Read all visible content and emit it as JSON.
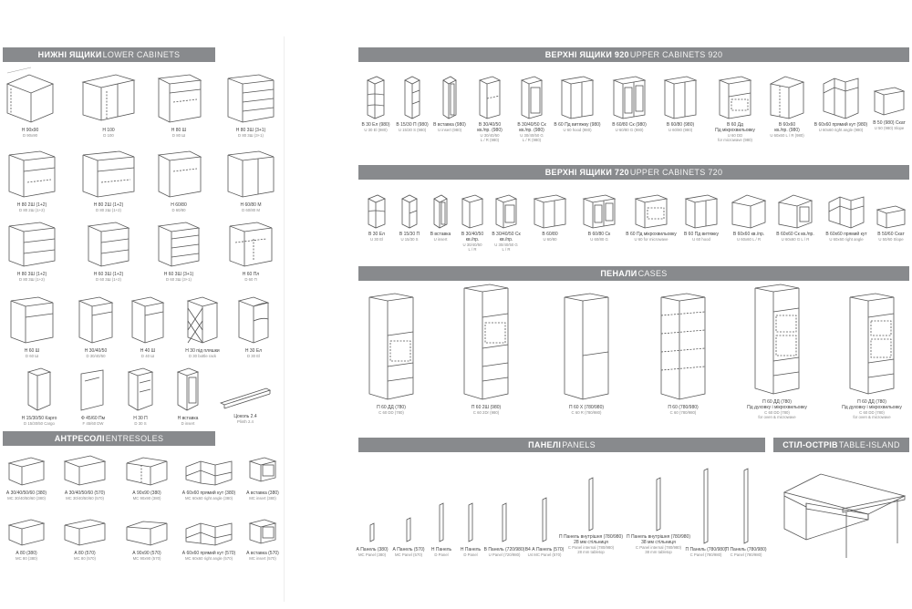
{
  "sections": {
    "lower": {
      "title": "НИЖНІ ЯЩИКИ",
      "subtitle": "LOWER CABINETS"
    },
    "upper920": {
      "title": "ВЕРХНІ ЯЩИКИ 920",
      "subtitle": "UPPER CABINETS 920"
    },
    "upper720": {
      "title": "ВЕРХНІ ЯЩИКИ 720",
      "subtitle": "UPPER CABINETS 720"
    },
    "cases": {
      "title": "ПЕНАЛИ",
      "subtitle": "CASES"
    },
    "entresoles": {
      "title": "АНТРЕСОЛІ",
      "subtitle": "ENTRESOLES"
    },
    "panels": {
      "title": "ПАНЕЛІ",
      "subtitle": "PANELS"
    },
    "table": {
      "title": "СТІЛ-ОСТРІВ",
      "subtitle": "TABLE-ISLAND"
    }
  },
  "lower": [
    {
      "l1": "Н 90х90",
      "l2": "D 90x90"
    },
    {
      "l1": "Н 100",
      "l2": "D 100"
    },
    {
      "l1": "Н 80 Ш",
      "l2": "D 80 Ш"
    },
    {
      "l1": "Н 80 3Ш (3+1)",
      "l2": "D 80 3Ш (3+1)"
    },
    {
      "l1": "Н 80 2Ш (1+2)",
      "l2": "D 80 2Ш (1+2)"
    },
    {
      "l1": "Н 80 2Ш (1+2)",
      "l2": "D 80 2Ш (1+2)"
    },
    {
      "l1": "Н 60/80",
      "l2": "D 60/80"
    },
    {
      "l1": "Н 60/80 М",
      "l2": "D 60/80 M"
    },
    {
      "l1": "Н 80 3Ш (1+2)",
      "l2": "D 80 3Ш (1+2)"
    },
    {
      "l1": "Н 60 3Ш (1+2)",
      "l2": "D 60 3Ш (1+2)"
    },
    {
      "l1": "Н 60 3Ш (3+1)",
      "l2": "D 60 3Ш (3+1)"
    },
    {
      "l1": "Н 60 Пл",
      "l2": "D 60 П"
    },
    {
      "l1": "Н 60 Ш",
      "l2": "D 60 Ш"
    },
    {
      "l1": "Н 30/40/50",
      "l2": "D 30/40/50"
    },
    {
      "l1": "Н 40 Ш",
      "l2": "D 40 Ш"
    },
    {
      "l1": "Н 30 під пляшки",
      "l2": "D 30 bottle rack"
    },
    {
      "l1": "Н 30 Ел",
      "l2": "D 30 El"
    },
    {
      "l1": "Н 15/30/50 Карго",
      "l2": "D 15/30/50 Cargo"
    },
    {
      "l1": "Ф 45/60 Пм",
      "l2": "F 45/60 DW"
    },
    {
      "l1": "Н 30 П",
      "l2": "D 30 S"
    },
    {
      "l1": "Н вставка",
      "l2": "D insert"
    },
    {
      "l1": "Цоколь 2.4",
      "l2": "Plinth 2.4"
    }
  ],
  "upper920": [
    {
      "l1": "В 30 Ел (980)",
      "l2": "U 30 El (980)"
    },
    {
      "l1": "В 15/30 П (980)",
      "l2": "U 15/30 S (980)"
    },
    {
      "l1": "В вставка (980)",
      "l2": "U insert (980)"
    },
    {
      "l1": "В 30/40/50",
      "l2": "кв./пр. (980)",
      "l3": "U 30/40/50",
      "l4": "L / R (980)"
    },
    {
      "l1": "В 30/40/50 Ск",
      "l2": "кв./пр. (980)",
      "l3": "U 30/40/50 G",
      "l4": "L / R (980)"
    },
    {
      "l1": "В 60 Пд витяжку (980)",
      "l2": "U 60 hood (980)"
    },
    {
      "l1": "В 60/80 Ск (980)",
      "l2": "U 60/80 G (980)"
    },
    {
      "l1": "В 60/80 (980)",
      "l2": "U 60/80 (980)"
    },
    {
      "l1": "В 60 Дд",
      "l2": "Пд мікрохвильовку",
      "l3": "U 60 DD",
      "l4": "for microwave (980)"
    },
    {
      "l1": "В 60х60",
      "l2": "кв./пр. (980)",
      "l3": "U 60х60 L / R (980)"
    },
    {
      "l1": "В 60х60 прямий кут (980)",
      "l2": "U 60х60 right angle (980)"
    },
    {
      "l1": "В 50 (980) Скат",
      "l2": "U 50 (980) Slope"
    }
  ],
  "upper720": [
    {
      "l1": "В 30 Ел",
      "l2": "U 30 El"
    },
    {
      "l1": "В 15/30 П",
      "l2": "U 15/30 S"
    },
    {
      "l1": "В вставка",
      "l2": "U insert"
    },
    {
      "l1": "В 30/40/50",
      "l2": "кв./пр.",
      "l3": "U 30/40/50",
      "l4": "L / R"
    },
    {
      "l1": "В 30/40/50 Ск",
      "l2": "кв./пр.",
      "l3": "U 30/40/50 G",
      "l4": "L / R"
    },
    {
      "l1": "В 60/80",
      "l2": "U 60/80"
    },
    {
      "l1": "В 60/80 Ск",
      "l2": "U 60/80 G"
    },
    {
      "l1": "В 60 Пд мікрохвильовку",
      "l2": "U 60 for microwave"
    },
    {
      "l1": "В 60 Пд витяжку",
      "l2": "U 60 hood"
    },
    {
      "l1": "В 60х60 кв./пр.",
      "l2": "U 60х60 L / R"
    },
    {
      "l1": "В 60х60 Ск кв./пр.",
      "l2": "U 60х60 G L / R"
    },
    {
      "l1": "В 60х60 прямий кут",
      "l2": "U 60х60 right angle"
    },
    {
      "l1": "В 50/60 Скат",
      "l2": "U 50/60 Slope"
    }
  ],
  "cases": [
    {
      "l1": "П 60 ДД (780)",
      "l2": "C 60 DD (780)"
    },
    {
      "l1": "П 60 2Ш (980)",
      "l2": "C 60 2Dr (980)"
    },
    {
      "l1": "П 60 Х (780/980)",
      "l2": "C 60 R (780/980)"
    },
    {
      "l1": "П 60 (780/980)",
      "l2": "C 60 (780/980)"
    },
    {
      "l1": "П 60 ДД (780)",
      "l2": "Пд духовку і мікрохвильовку",
      "l3": "C 60 DD (780)",
      "l4": "for oven & microwave"
    },
    {
      "l1": "П 60 ДД (780)",
      "l2": "Пд духовку і мікрохвильовку",
      "l3": "C 60 DD (780)",
      "l4": "for oven & microwave"
    }
  ],
  "entresoles": [
    {
      "l1": "А 30/40/50/60 (380)",
      "l2": "MC 30/40/50/60 (380)"
    },
    {
      "l1": "А 30/40/50/60 (570)",
      "l2": "MC 30/40/50/60 (570)"
    },
    {
      "l1": "А 90х90 (380)",
      "l2": "MC 90х90 (380)"
    },
    {
      "l1": "А 60х60 прямий кут (380)",
      "l2": "MC 60х60 right angle (380)"
    },
    {
      "l1": "А вставка (380)",
      "l2": "MC insert (380)"
    },
    {
      "l1": "А 80 (380)",
      "l2": "MC 80 (380)"
    },
    {
      "l1": "А 80 (570)",
      "l2": "MC 80 (570)"
    },
    {
      "l1": "А 90х90 (570)",
      "l2": "MC 90х90 (570)"
    },
    {
      "l1": "А 60х60 прямий кут (570)",
      "l2": "MC 60х60 right angle (570)"
    },
    {
      "l1": "А вставка (570)",
      "l2": "MC insert (570)"
    }
  ],
  "panels": [
    {
      "l1": "А Панель (380)",
      "l2": "MC Panel (380)"
    },
    {
      "l1": "А Панель (570)",
      "l2": "MC Panel (570)"
    },
    {
      "l1": "Н Панель",
      "l2": "D Panel"
    },
    {
      "l1": "Н Панель",
      "l2": "D Panel"
    },
    {
      "l1": "В Панель (720/980)",
      "l2": "U Panel (720/980)"
    },
    {
      "l1": "В4 А Панель (570)",
      "l2": "U4 MC Panel (570)"
    },
    {
      "l1": "П Панель внутрішня (780/980)",
      "l2": "28 мм стільниця",
      "l3": "C Panel internal (780/980)",
      "l4": "28 mm tabletop"
    },
    {
      "l1": "П Панель внутрішня (780/980)",
      "l2": "38 мм стільниця",
      "l3": "C Panel internal (780/980)",
      "l4": "38 mm tabletop"
    },
    {
      "l1": "П Панель (780/980)",
      "l2": "C Panel (780/980)"
    },
    {
      "l1": "П Панель (780/980)",
      "l2": "C Panel (780/980)"
    }
  ]
}
